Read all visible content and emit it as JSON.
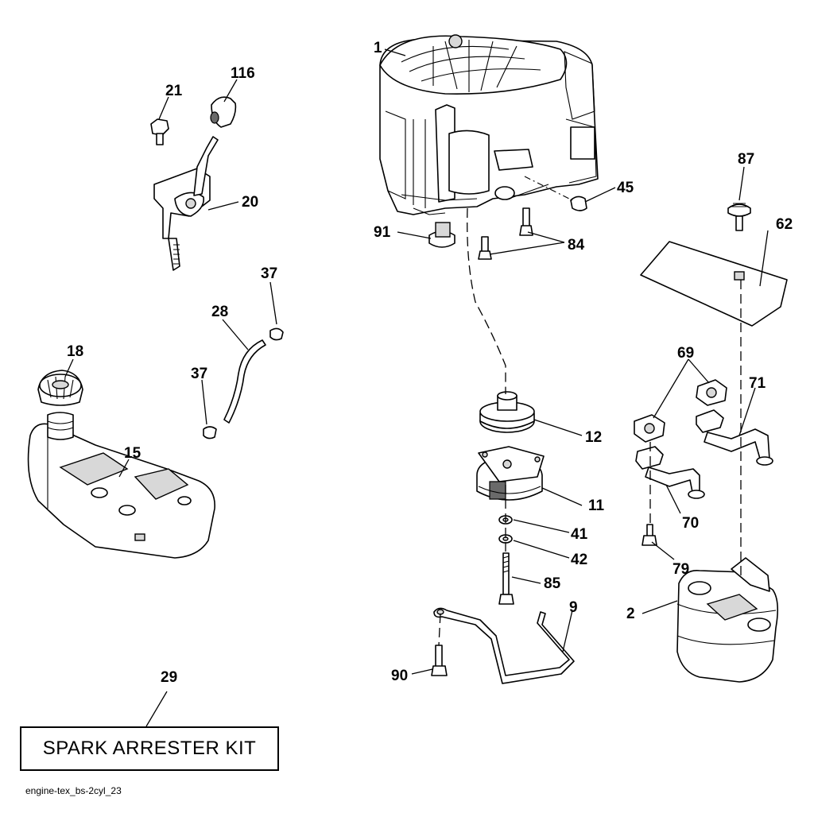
{
  "callouts": {
    "p1": "1",
    "p2": "2",
    "p9": "9",
    "p11": "11",
    "p12": "12",
    "p15": "15",
    "p18": "18",
    "p20": "20",
    "p21": "21",
    "p28": "28",
    "p29": "29",
    "p37a": "37",
    "p37b": "37",
    "p41": "41",
    "p42": "42",
    "p45": "45",
    "p62": "62",
    "p69": "69",
    "p70": "70",
    "p71": "71",
    "p79": "79",
    "p84": "84",
    "p85": "85",
    "p87": "87",
    "p90": "90",
    "p91": "91",
    "p116": "116"
  },
  "kit_label": "SPARK ARRESTER KIT",
  "figure_id": "engine-tex_bs-2cyl_23"
}
